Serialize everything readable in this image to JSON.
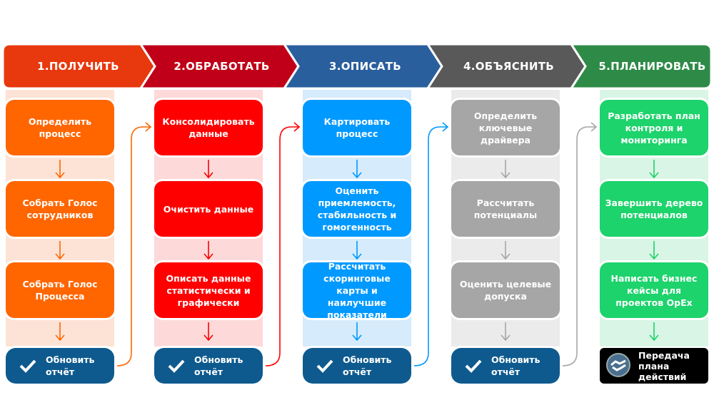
{
  "stages": [
    {
      "title": "1.ПОЛУЧИТЬ",
      "header_color": "#e8380d",
      "band_color": "#fde3d6",
      "box_color": "#ff6600",
      "arrow_color": "#ff6600",
      "steps": [
        "Определить процесс",
        "Собрать Голос сотрудников",
        "Собрать Голос Процесса"
      ],
      "final": "Обновить отчёт"
    },
    {
      "title": "2.ОБРАБОТАТЬ",
      "header_color": "#c00018",
      "band_color": "#fdd9d9",
      "box_color": "#ff0000",
      "arrow_color": "#ff0000",
      "steps": [
        "Консолидировать данные",
        "Очистить данные",
        "Описать данные статистически и графически"
      ],
      "final": "Обновить отчёт"
    },
    {
      "title": "3.ОПИСАТЬ",
      "header_color": "#2a5f9e",
      "band_color": "#d6ebfb",
      "box_color": "#0099ff",
      "arrow_color": "#0099ff",
      "steps": [
        "Картировать процесс",
        "Оценить приемлемость, стабильность и гомогенность",
        "Рассчитать скоринговые карты и наилучшие показатели"
      ],
      "final": "Обновить отчёт"
    },
    {
      "title": "4.ОБЪЯСНИТЬ",
      "header_color": "#595959",
      "band_color": "#ebebeb",
      "box_color": "#a6a6a6",
      "arrow_color": "#a6a6a6",
      "steps": [
        "Определить ключевые драйвера",
        "Рассчитать потенциалы",
        "Оценить целевые допуска"
      ],
      "final": "Обновить отчёт"
    },
    {
      "title": "5.ПЛАНИРОВАТЬ",
      "header_color": "#2e8b47",
      "band_color": "#d9f5e5",
      "box_color": "#1dd36b",
      "arrow_color": "#1dd36b",
      "steps": [
        "Разработать план контроля и мониторинга",
        "Завершить дерево потенциалов",
        "Написать бизнес кейсы для проектов OpEx"
      ],
      "final": "Передача плана действий"
    }
  ]
}
